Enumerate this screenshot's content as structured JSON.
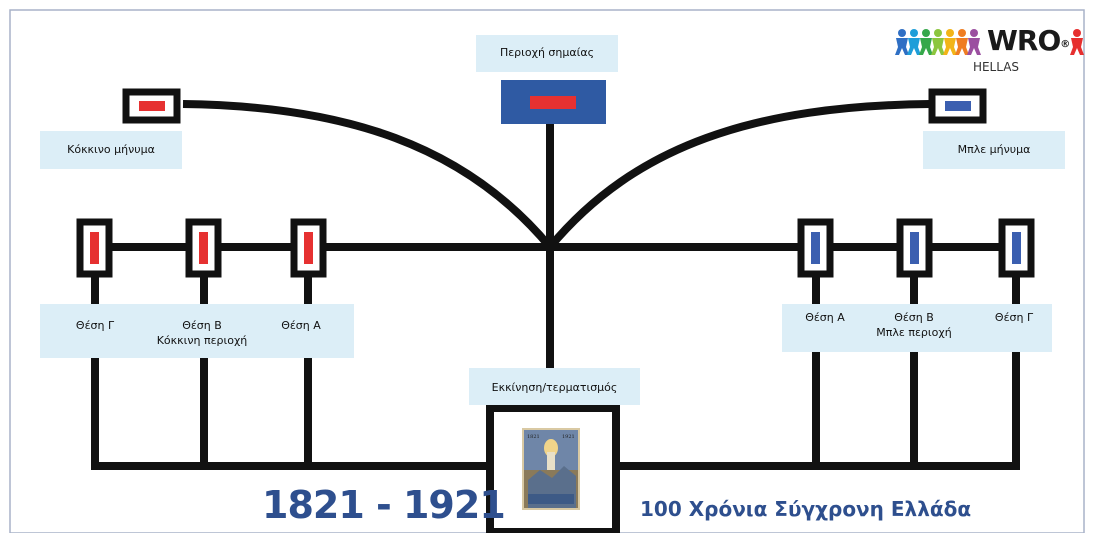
{
  "logo": {
    "word": "WRO",
    "registered": "®",
    "sub": "HELLAS"
  },
  "flag_area": {
    "label": "Περιοχή σημαίας"
  },
  "red_message": {
    "label": "Κόκκινο μήνυμα"
  },
  "blue_message": {
    "label": "Μπλε μήνυμα"
  },
  "red_zone": {
    "pos_c": "Θέση Γ",
    "pos_b": "Θέση Β",
    "area": "Κόκκινη περιοχή",
    "pos_a": "Θέση Α"
  },
  "blue_zone": {
    "pos_a": "Θέση Α",
    "pos_b": "Θέση Β",
    "area": "Μπλε περιοχή",
    "pos_c": "Θέση Γ"
  },
  "start_finish": {
    "label": "Εκκίνηση/τερματισμός",
    "poster_text_left": "1821",
    "poster_text_right": "1921"
  },
  "footer": {
    "years": "1821 - 1921",
    "subtitle": "100 Χρόνια Σύγχρονη Ελλάδα"
  },
  "colors": {
    "red_block": "#e63131",
    "blue_block": "#3b5fb0",
    "flag_area": "#2f5aa3",
    "label_bg": "#dceef7",
    "line": "#111111",
    "footer_text": "#2e4f8e"
  }
}
